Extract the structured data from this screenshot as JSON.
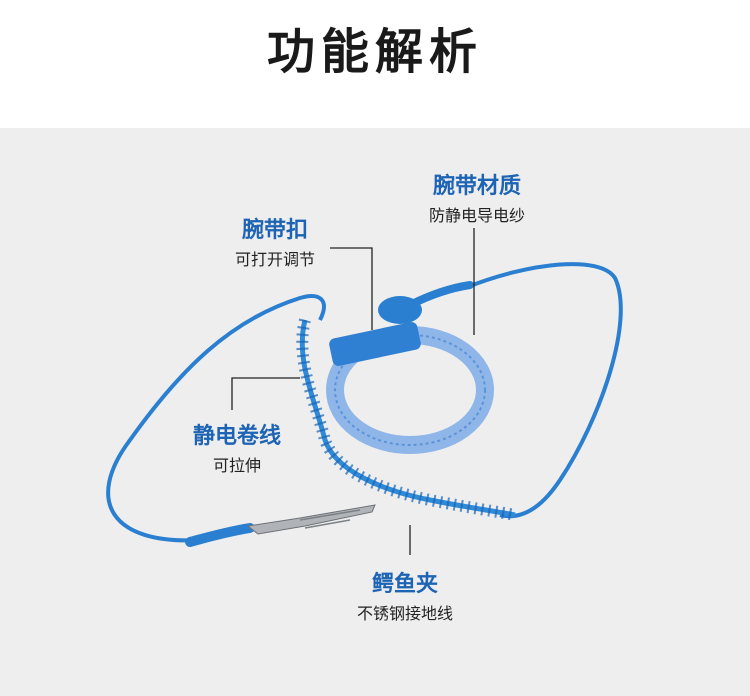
{
  "title": "功能解析",
  "colors": {
    "accent": "#1d64b4",
    "cable": "#2a7fd0",
    "panel": "#eeeeee"
  },
  "labels": {
    "strap_material": {
      "heading": "腕带材质",
      "sub": "防静电导电纱"
    },
    "buckle": {
      "heading": "腕带扣",
      "sub": "可打开调节"
    },
    "coil": {
      "heading": "静电卷线",
      "sub": "可拉伸"
    },
    "clip": {
      "heading": "鳄鱼夹",
      "sub": "不锈钢接地线"
    }
  }
}
